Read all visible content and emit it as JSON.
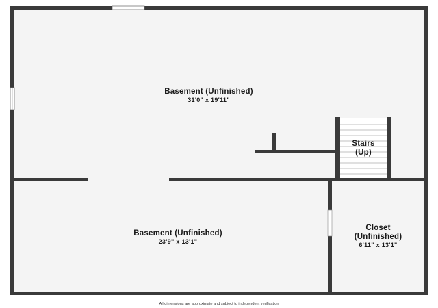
{
  "colors": {
    "wall": "#3a3a3a",
    "floor": "#f4f4f4",
    "stairs": "#ffffff",
    "stair_lines": "#bdbdbd"
  },
  "rooms": [
    {
      "name": "Basement (Unfinished)",
      "dims": "31'0\" x 19'11\""
    },
    {
      "name": "Stairs\n(Up)",
      "dims": ""
    },
    {
      "name": "Basement (Unfinished)",
      "dims": "23'9\" x 13'1\""
    },
    {
      "name": "Closet\n(Unfinished)",
      "dims": "6'11\" x 13'1\""
    }
  ],
  "disclaimer": "All dimensions are approximate and subject to independent verification"
}
